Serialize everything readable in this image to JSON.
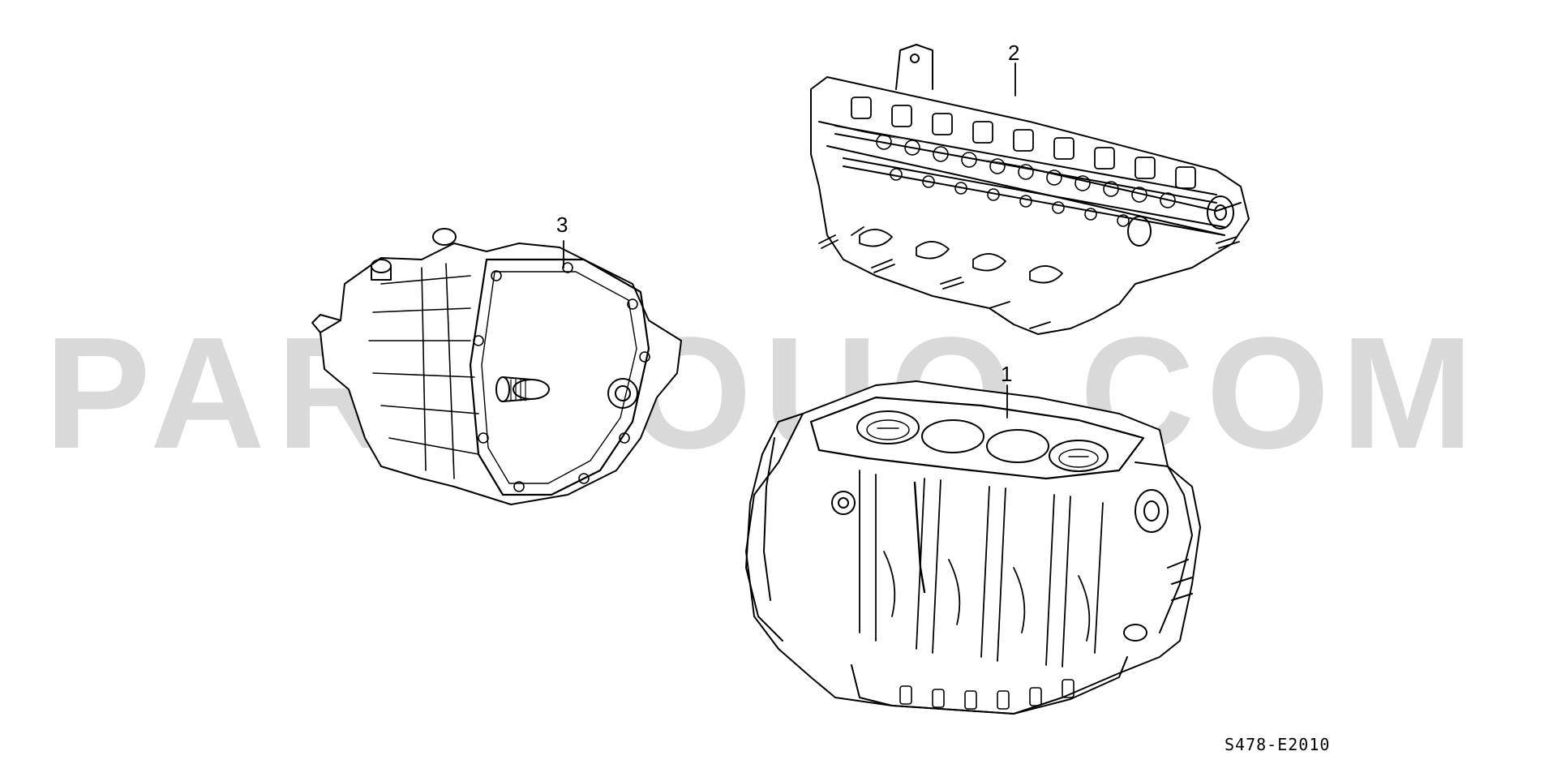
{
  "watermark": {
    "text": "PARTSOUQ.COM"
  },
  "callouts": [
    {
      "id": "1",
      "label": "1",
      "part": "engine-block"
    },
    {
      "id": "2",
      "label": "2",
      "part": "cylinder-head"
    },
    {
      "id": "3",
      "label": "3",
      "part": "transmission"
    }
  ],
  "diagram_code": "S478-E2010",
  "colors": {
    "line": "#000000",
    "watermark": "#d9d9d9",
    "background": "#ffffff"
  }
}
